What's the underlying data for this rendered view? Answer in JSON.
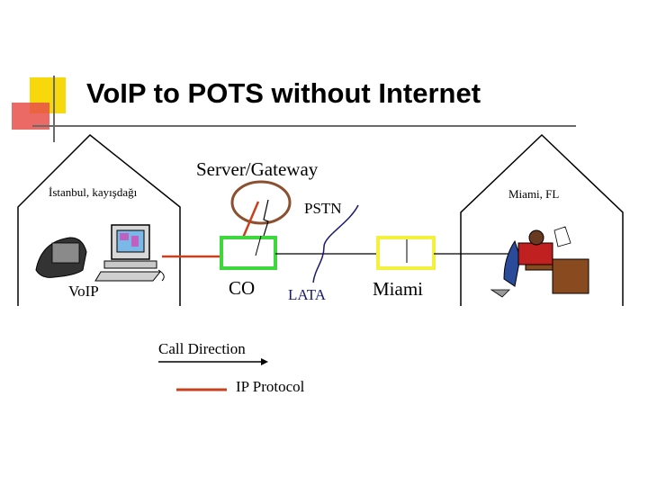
{
  "slide": {
    "title": "VoIP to POTS without Internet"
  },
  "diagram": {
    "gateway_label": "Server/Gateway",
    "left_house_label": "İstanbul, kayışdağı",
    "right_house_label": "Miami, FL",
    "pstn_label": "PSTN",
    "voip_label": "VoIP",
    "co_label": "CO",
    "lata_label": "LATA",
    "miami_label": "Miami"
  },
  "legend": {
    "call_direction_label": "Call Direction",
    "ip_protocol_label": "IP Protocol"
  },
  "colors": {
    "title_bar_yellow": "#f6d80c",
    "title_bar_red": "#e8504a",
    "ip_protocol_red": "#c8401c",
    "co_box_green": "#3ed83e",
    "miami_box_yellow": "#f4f03e",
    "lata_line_navy": "#1a1a70",
    "gateway_ring_brown": "#8b5030"
  }
}
